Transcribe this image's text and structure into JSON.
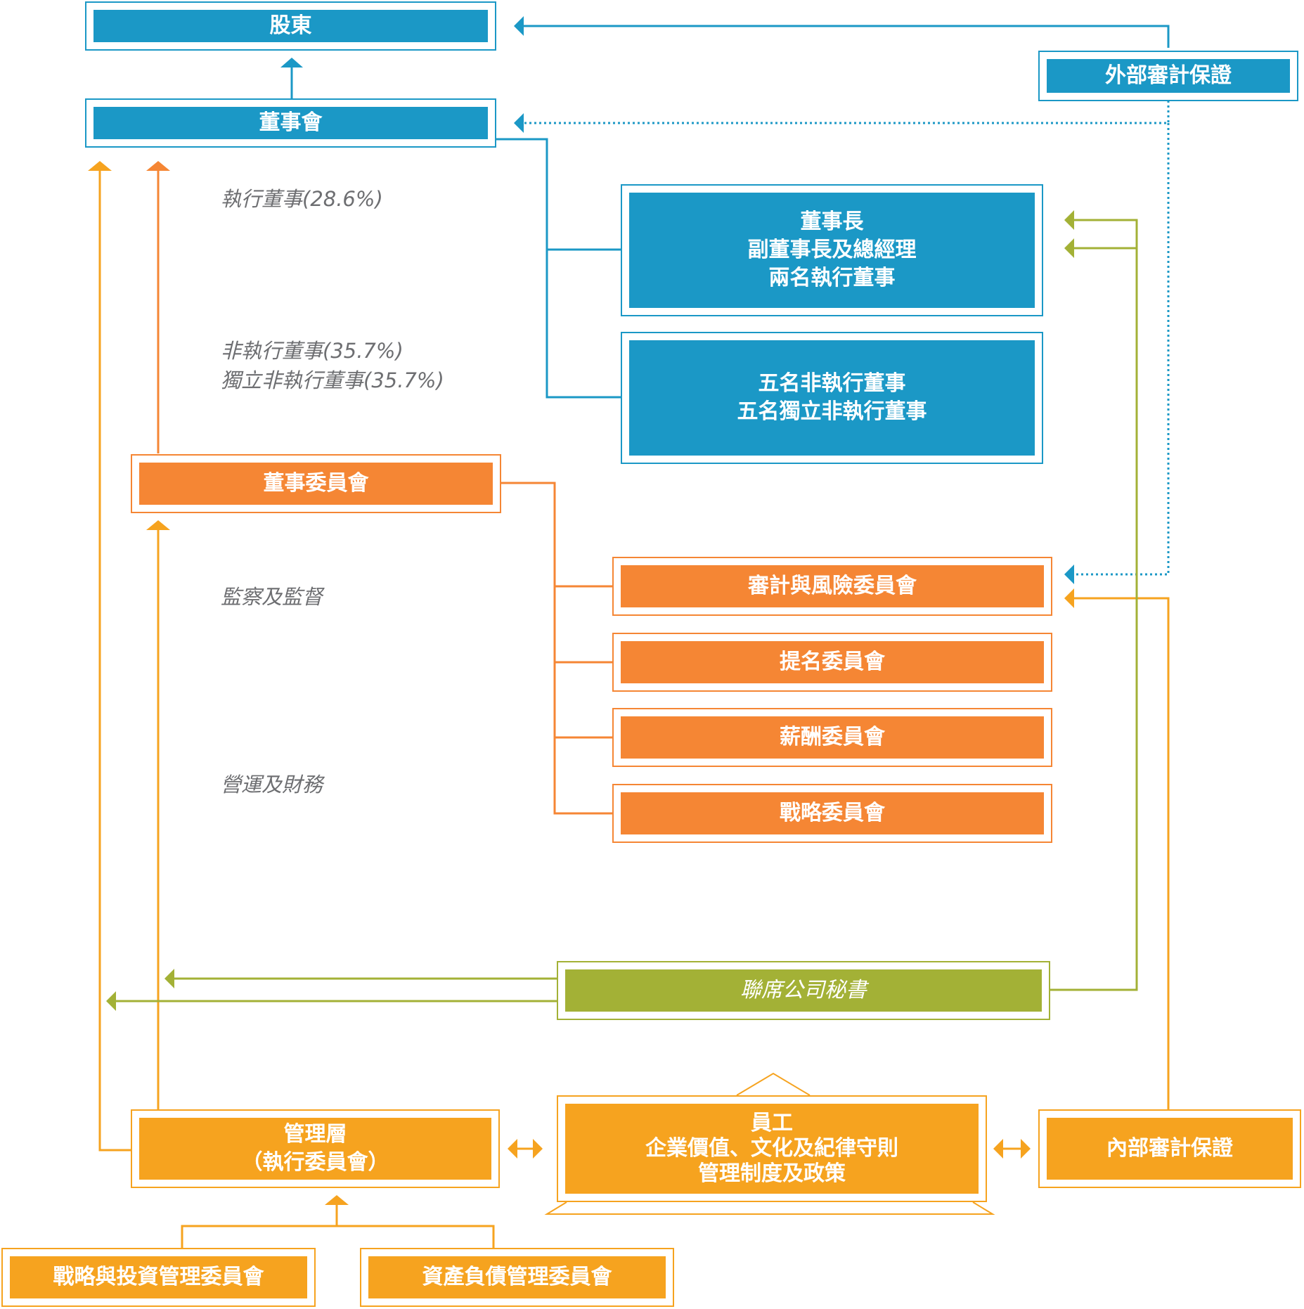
{
  "colors": {
    "blue": "#1b98c6",
    "orange": "#f58634",
    "amber": "#f6a31f",
    "green": "#a3b136",
    "caption": "#6d6e71"
  },
  "boxes": {
    "shareholders": "股東",
    "board": "董事會",
    "external_audit": "外部審計保證",
    "exec_directors": [
      "董事長",
      "副董事長及總經理",
      "兩名執行董事"
    ],
    "non_exec_directors": [
      "五名非執行董事",
      "五名獨立非執行董事"
    ],
    "board_committees": "董事委員會",
    "audit_risk_committee": "審計與風險委員會",
    "nomination_committee": "提名委員會",
    "remuneration_committee": "薪酬委員會",
    "strategy_committee": "戰略委員會",
    "joint_company_secretaries": "聯席公司秘書",
    "management": [
      "管理層",
      "（執行委員會）"
    ],
    "employees": [
      "員工",
      "企業價值、文化及紀律守則",
      "管理制度及政策"
    ],
    "internal_audit": "內部審計保證",
    "strategy_investment_committee": "戰略與投資管理委員會",
    "alm_committee": "資產負債管理委員會"
  },
  "captions": {
    "exec_ratio": "執行董事(28.6%)",
    "non_exec_ratio": "非執行董事(35.7%)",
    "ined_ratio": "獨立非執行董事(35.7%)",
    "supervision": "監察及監督",
    "operations_finance": "營運及財務"
  }
}
